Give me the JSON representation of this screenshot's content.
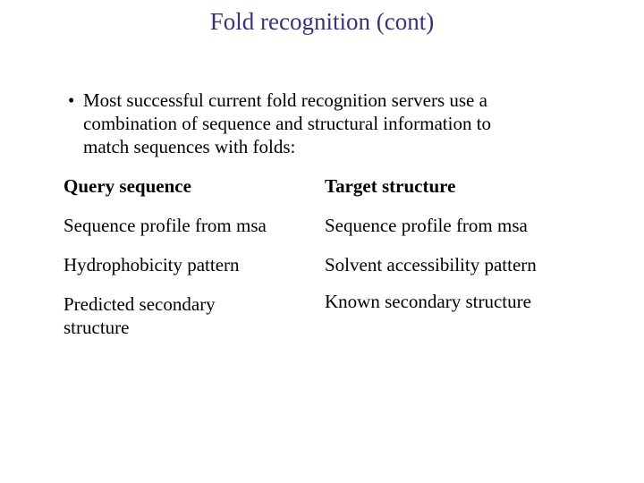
{
  "slide": {
    "title": "Fold recognition (cont)",
    "colors": {
      "title_text": "#343477",
      "body_text": "#000000",
      "background": "#ffffff"
    },
    "bullet": {
      "marker": "•",
      "lines": [
        "Most successful current fold recognition servers use a",
        "combination of sequence and structural information to",
        "match sequences with folds:"
      ],
      "full_text": "Most successful current fold recognition servers use a combination of sequence and structural information to match sequences with folds:"
    },
    "table": {
      "rows": [
        {
          "query": "Query sequence",
          "target": "Target structure"
        },
        {
          "query": "Sequence profile from msa",
          "target": "Sequence profile from msa"
        },
        {
          "query": "Hydrophobicity pattern",
          "target": "Solvent accessibility pattern"
        },
        {
          "query": "Predicted secondary structure",
          "target": "Known secondary structure"
        }
      ]
    }
  }
}
